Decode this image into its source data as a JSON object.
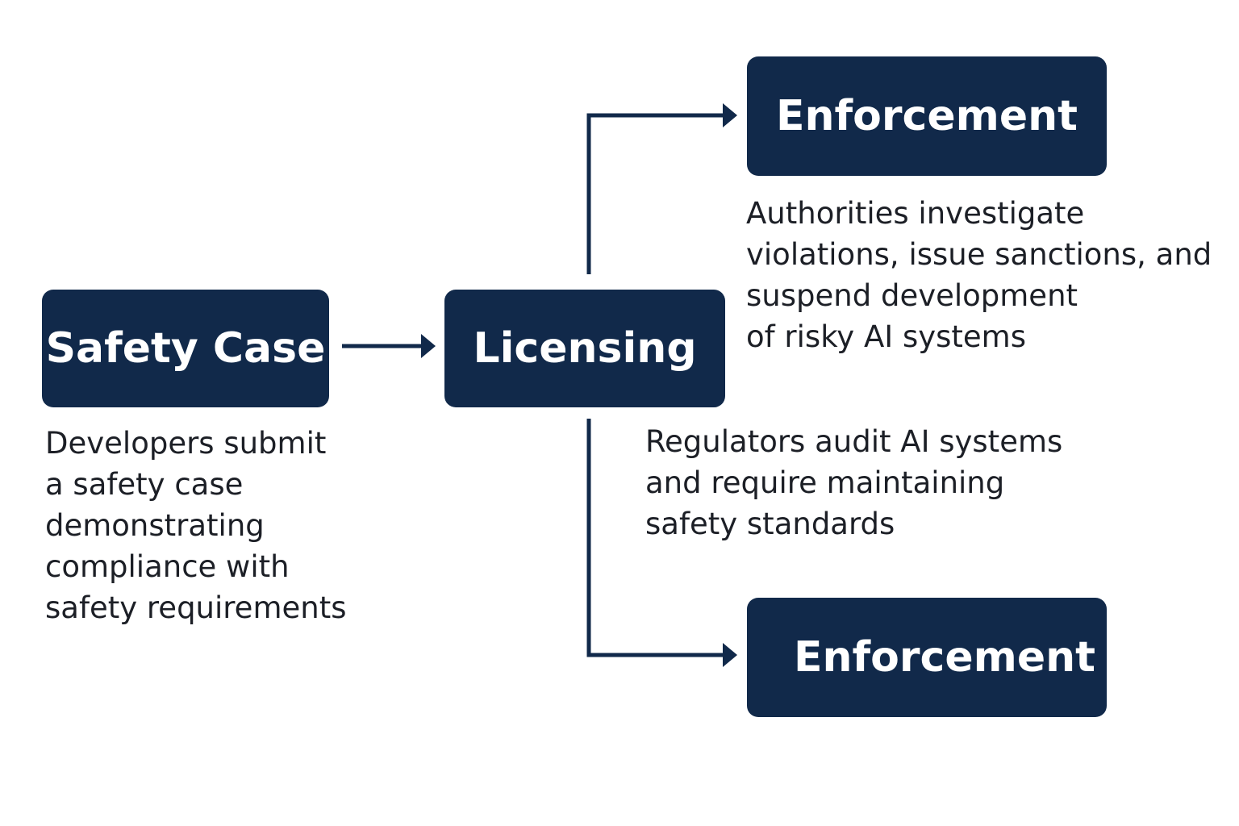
{
  "colors": {
    "box_fill": "#11294a",
    "box_text": "#ffffff",
    "connector": "#11294a",
    "body_text": "#1c1f26",
    "background": "#ffffff"
  },
  "nodes": {
    "safety_case": {
      "label": "Safety Case",
      "description": [
        "Developers submit",
        "a safety case",
        "demonstrating",
        "compliance with",
        "safety requirements"
      ]
    },
    "licensing": {
      "label": "Licensing",
      "description": [
        "Regulators audit AI systems",
        "and require maintaining",
        "safety standards"
      ]
    },
    "enforcement_top": {
      "label": "Enforcement",
      "description": [
        "Authorities investigate",
        "violations, issue sanctions, and",
        "suspend development",
        "of risky AI systems"
      ]
    },
    "enforcement_bottom": {
      "label": "Enforcement"
    }
  }
}
